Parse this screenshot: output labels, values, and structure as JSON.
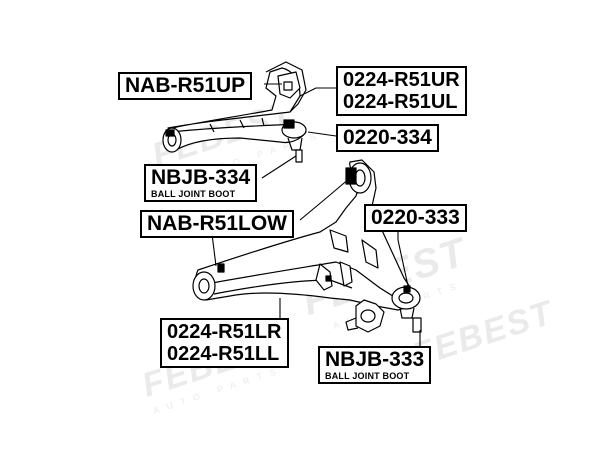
{
  "watermark": {
    "brand": "FEBEST",
    "tagline": "AUTO PARTS"
  },
  "labels": {
    "nab_r51up": "NAB-R51UP",
    "upper_arm_pair": [
      "0224-R51UR",
      "0224-R51UL"
    ],
    "p0220_334": "0220-334",
    "nbjb_334": "NBJB-334",
    "nbjb_334_sub": "BALL JOINT BOOT",
    "nab_r51low": "NAB-R51LOW",
    "p0220_333": "0220-333",
    "lower_arm_pair": [
      "0224-R51LR",
      "0224-R51LL"
    ],
    "nbjb_333": "NBJB-333",
    "nbjb_333_sub": "BALL JOINT BOOT"
  },
  "colors": {
    "line": "#000000",
    "watermark": "#d9d9d9",
    "label_bg": "#ffffff"
  }
}
